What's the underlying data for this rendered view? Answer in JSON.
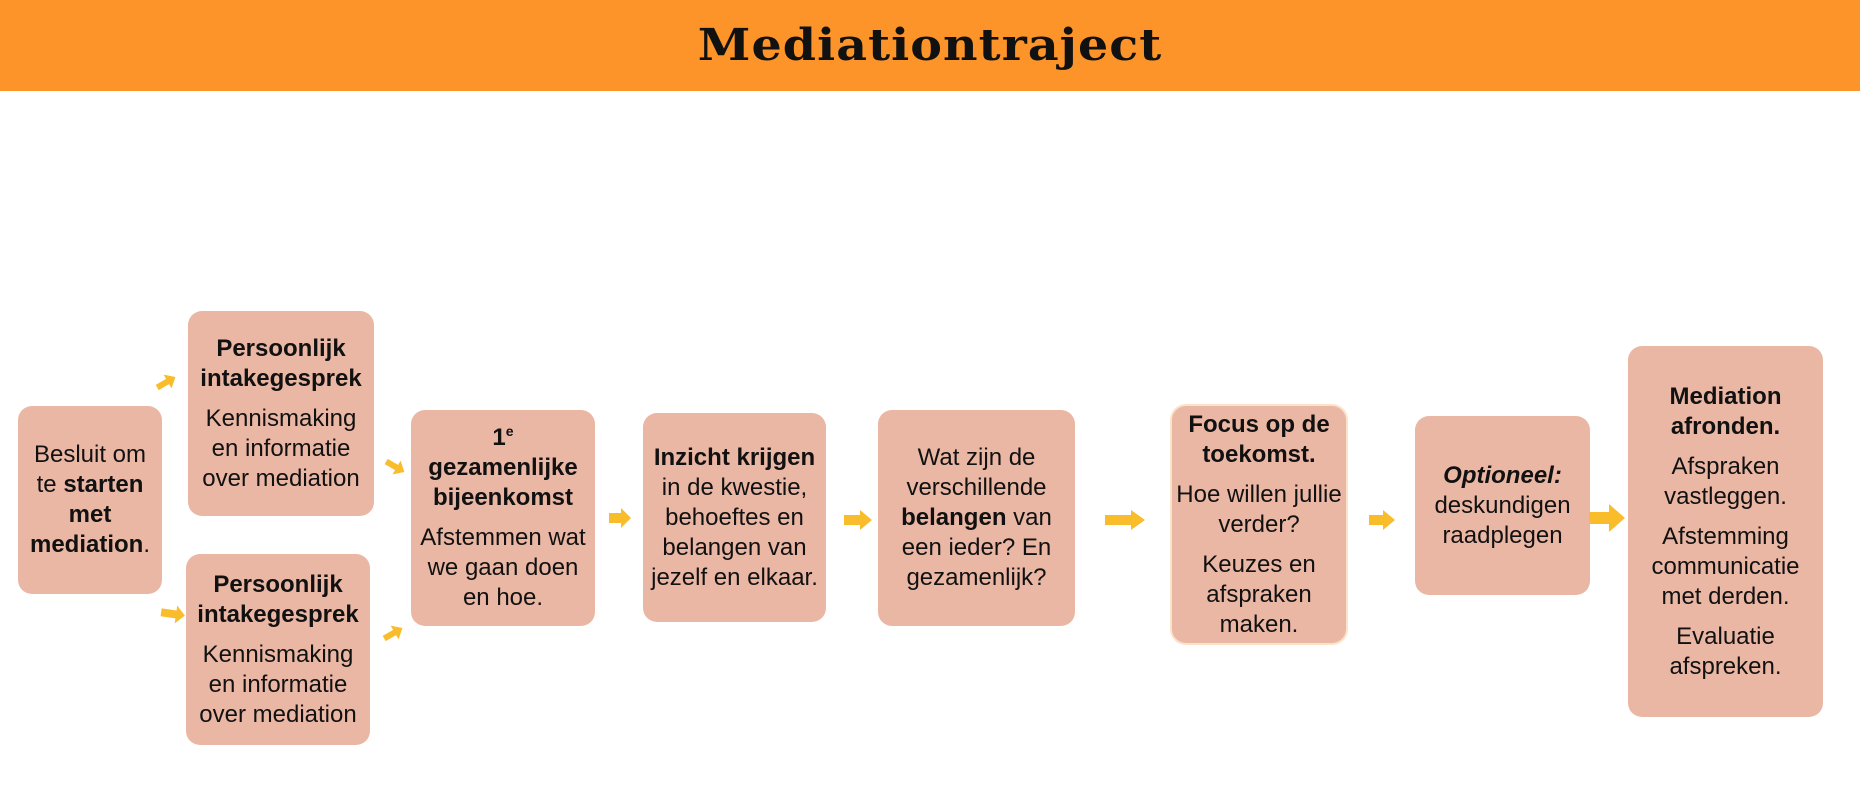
{
  "title": "Mediationtraject",
  "arrow_color": "#f9bd2c",
  "box_color": "#ebb7a5",
  "header_color": "#fd9429",
  "start": {
    "pre": "Besluit om te ",
    "bold": "starten met mediation",
    "post": "."
  },
  "intake_top": {
    "heading": "Persoonlijk intakegesprek",
    "body": "Kennismaking en informatie over mediation"
  },
  "intake_bottom": {
    "heading": "Persoonlijk intakegesprek",
    "body": "Kennismaking en informatie over mediation"
  },
  "meeting": {
    "num": "1",
    "sup": "e",
    "heading": "gezamenlijke bijeenkomst",
    "body": "Afstemmen wat we gaan doen en hoe."
  },
  "insight": {
    "bold": "Inzicht krijgen",
    "rest": " in de kwestie, behoeftes en belangen van jezelf en elkaar."
  },
  "interests": {
    "pre": "Wat zijn de verschillende ",
    "bold": "belangen",
    "post": " van een ieder? En gezamenlijk?"
  },
  "future": {
    "heading": "Focus op de toekomst.",
    "line1": "Hoe willen jullie verder?",
    "line2": "Keuzes en afspraken maken."
  },
  "optional": {
    "label": "Optioneel:",
    "body": "deskundigen raadplegen"
  },
  "finish": {
    "heading": "Mediation afronden.",
    "line1": "Afspraken vastleggen.",
    "line2": "Afstemming communicatie met derden.",
    "line3": "Evaluatie afspreken."
  }
}
